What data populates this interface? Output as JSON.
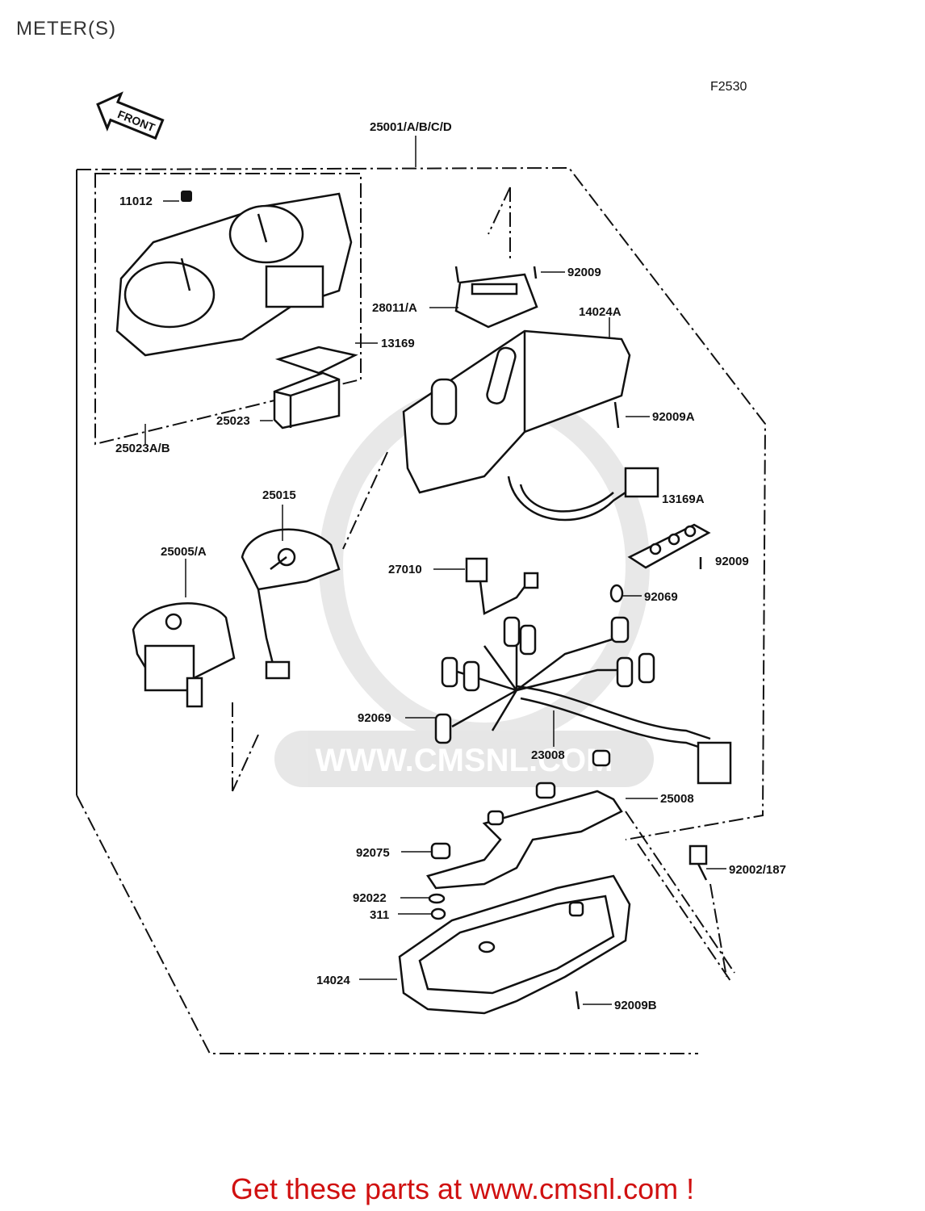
{
  "page_title": "METER(S)",
  "figure_code": "F2530",
  "front_arrow_label": "FRONT",
  "watermark": "WWW.CMSNL.COM",
  "footer_text": "Get these parts at www.cmsnl.com !",
  "colors": {
    "footer": "#d01010",
    "line": "#111111",
    "watermark": "#e4e4e4"
  },
  "part_labels": {
    "p25001": "25001/A/B/C/D",
    "p11012": "11012",
    "p92009_top": "92009",
    "p28011": "28011/A",
    "p14024A": "14024A",
    "p13169": "13169",
    "p25023": "25023",
    "p92009A": "92009A",
    "p25023AB": "25023A/B",
    "p25015": "25015",
    "p13169A": "13169A",
    "p25005": "25005/A",
    "p92009_mid": "92009",
    "p27010": "27010",
    "p92069_top": "92069",
    "p92069_left": "92069",
    "p23008": "23008",
    "p25008": "25008",
    "p92075": "92075",
    "p92002": "92002/187",
    "p92022": "92022",
    "p311": "311",
    "p14024": "14024",
    "p92009B": "92009B"
  }
}
